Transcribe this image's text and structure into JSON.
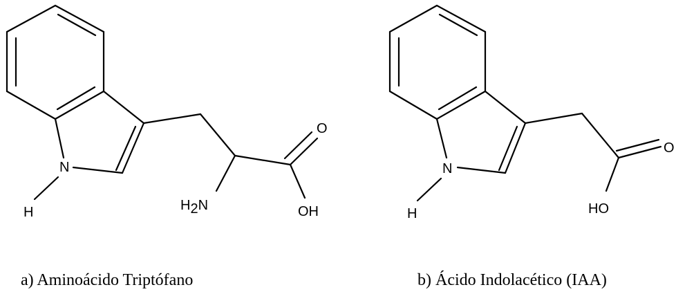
{
  "molecules": [
    {
      "caption": "a) Aminoácido Triptófano",
      "atoms": {
        "n_label": "N",
        "h_label": "H",
        "o_label": "O",
        "oh_label": "OH",
        "amine_h": "H",
        "amine_sub": "2",
        "amine_n": "N"
      }
    },
    {
      "caption": "b) Ácido Indolacético (IAA)",
      "atoms": {
        "n_label": "N",
        "h_label": "H",
        "o_label": "O",
        "ho_label": "HO"
      }
    }
  ]
}
